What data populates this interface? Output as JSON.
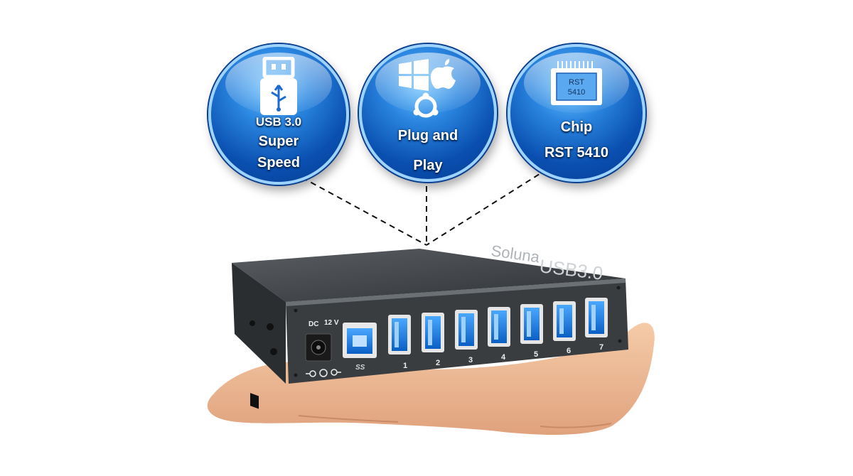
{
  "features": [
    {
      "id": "usb",
      "lines": [
        "USB 3.0",
        "Super",
        "Speed"
      ],
      "icon": "usb-drive-icon"
    },
    {
      "id": "plug",
      "lines": [
        "Plug and",
        "Play"
      ],
      "icon": "os-logos-icon"
    },
    {
      "id": "chip",
      "lines": [
        "Chip",
        "RST 5410"
      ],
      "icon": "chip-icon",
      "chip_label": [
        "RST",
        "5410"
      ]
    }
  ],
  "device": {
    "brand": "Soluna",
    "model_text": "USB3.0",
    "dc_label": "DC",
    "voltage_label": "12 V",
    "ss_logo": "SS",
    "port_numbers": [
      "1",
      "2",
      "3",
      "4",
      "5",
      "6",
      "7"
    ]
  },
  "colors": {
    "bubble_blue": "#1565c0",
    "port_blue": "#1e88e5",
    "case_gray": "#3a3d40"
  }
}
